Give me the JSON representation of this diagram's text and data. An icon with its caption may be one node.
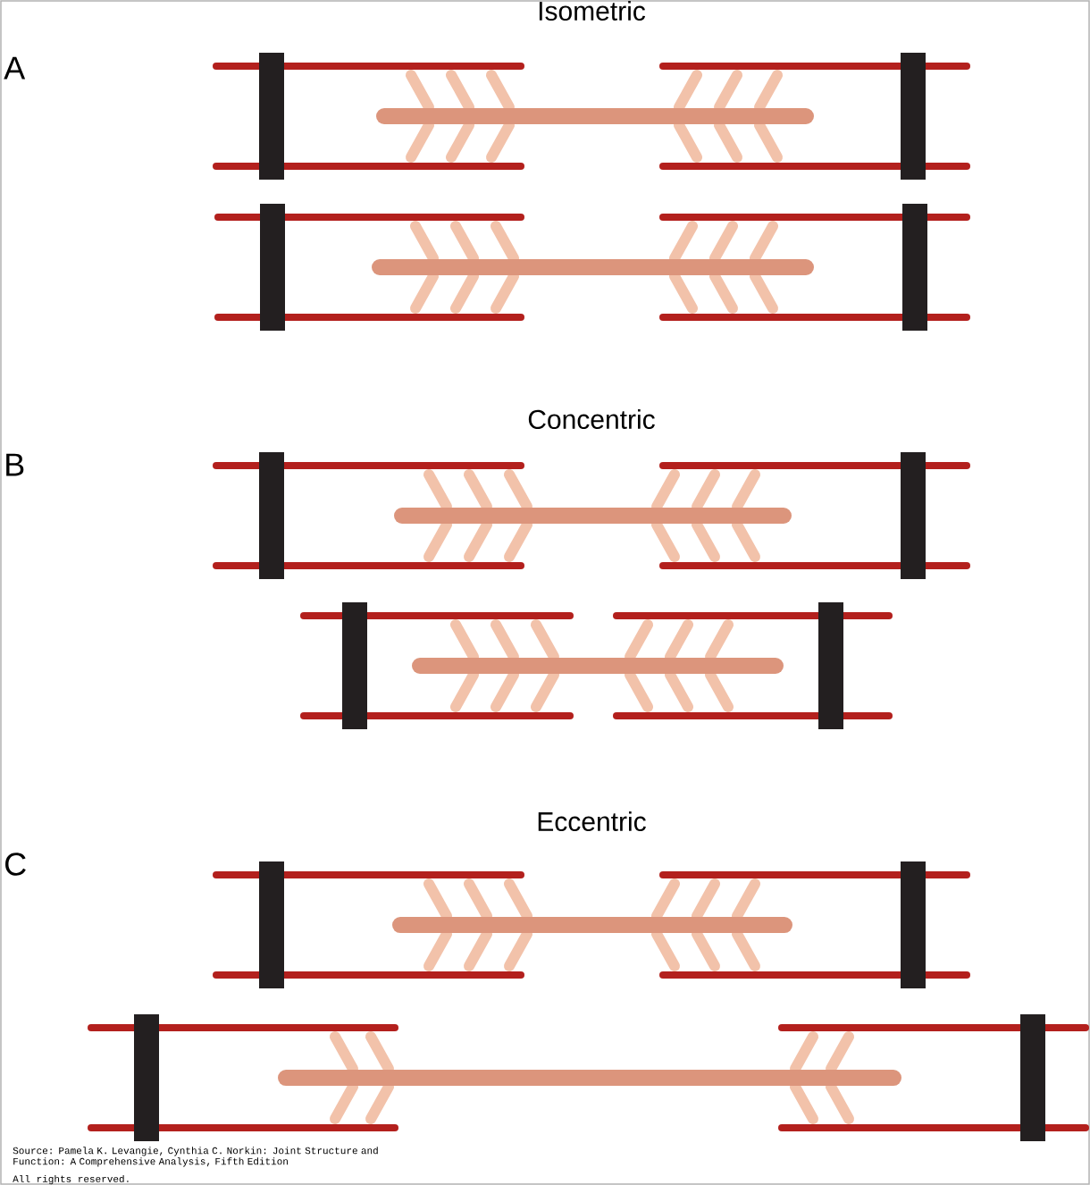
{
  "diagram": {
    "labels": [
      "Isometric",
      "A",
      "Concentric",
      "B",
      "Eccentric",
      "C",
      "Source: Pamela K. Levangie, Cynthia C. Norkin: Joint Structure and Function: A Comprehensive Analysis, Fifth Edition",
      "All rights reserved."
    ]
  }
}
